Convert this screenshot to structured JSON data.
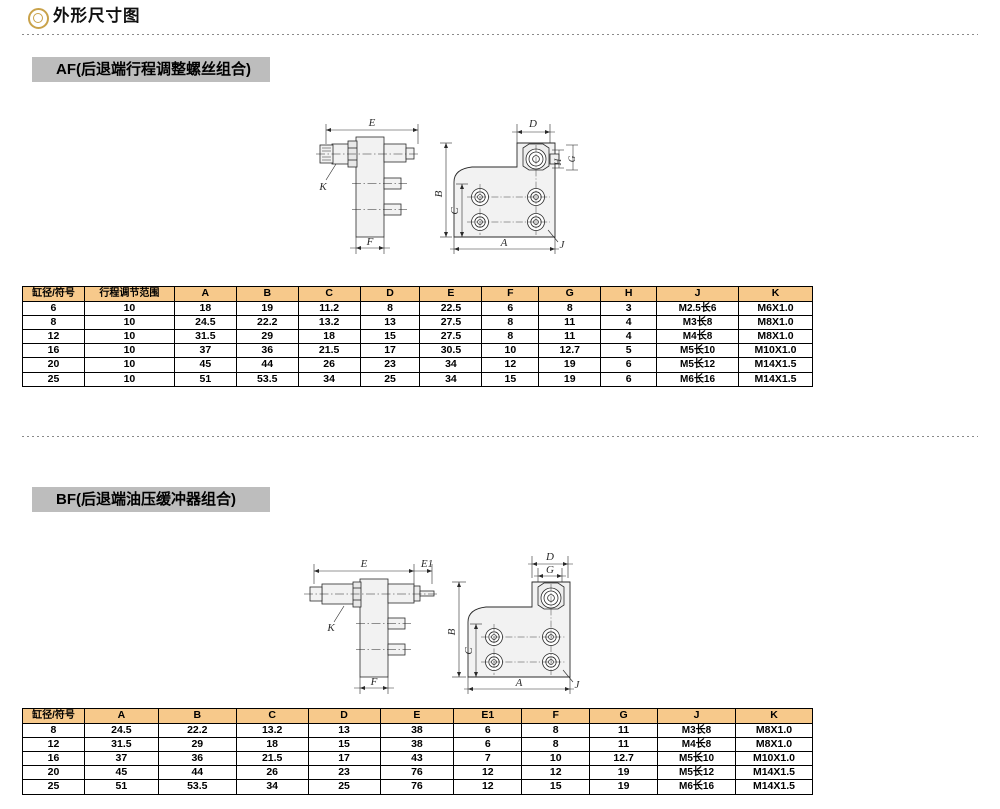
{
  "page": {
    "heading": "外形尺寸图",
    "heading_icon": "double-circle-icon",
    "accent_color": "#c9a24a",
    "banner_color": "#bdbdbd",
    "table_header_color": "#f7c98b"
  },
  "sections": [
    {
      "id": "af",
      "banner_label": "AF(后退端行程调整螺丝组合)",
      "drawing": {
        "side_view_labels": [
          "E",
          "F",
          "K"
        ],
        "front_view_labels": [
          "D",
          "B",
          "C",
          "A",
          "H",
          "G",
          "J"
        ]
      },
      "table": {
        "headers": [
          "缸径/符号",
          "行程调节范围",
          "A",
          "B",
          "C",
          "D",
          "E",
          "F",
          "G",
          "H",
          "J",
          "K"
        ],
        "rows": [
          [
            "6",
            "10",
            "18",
            "19",
            "11.2",
            "8",
            "22.5",
            "6",
            "8",
            "3",
            "M2.5长6",
            "M6X1.0"
          ],
          [
            "8",
            "10",
            "24.5",
            "22.2",
            "13.2",
            "13",
            "27.5",
            "8",
            "11",
            "4",
            "M3长8",
            "M8X1.0"
          ],
          [
            "12",
            "10",
            "31.5",
            "29",
            "18",
            "15",
            "27.5",
            "8",
            "11",
            "4",
            "M4长8",
            "M8X1.0"
          ],
          [
            "16",
            "10",
            "37",
            "36",
            "21.5",
            "17",
            "30.5",
            "10",
            "12.7",
            "5",
            "M5长10",
            "M10X1.0"
          ],
          [
            "20",
            "10",
            "45",
            "44",
            "26",
            "23",
            "34",
            "12",
            "19",
            "6",
            "M5长12",
            "M14X1.5"
          ],
          [
            "25",
            "10",
            "51",
            "53.5",
            "34",
            "25",
            "34",
            "15",
            "19",
            "6",
            "M6长16",
            "M14X1.5"
          ]
        ]
      }
    },
    {
      "id": "bf",
      "banner_label": "BF(后退端油压缓冲器组合)",
      "drawing": {
        "side_view_labels": [
          "E",
          "E1",
          "F",
          "K"
        ],
        "front_view_labels": [
          "D",
          "G",
          "B",
          "C",
          "A",
          "J"
        ]
      },
      "table": {
        "headers": [
          "缸径/符号",
          "A",
          "B",
          "C",
          "D",
          "E",
          "E1",
          "F",
          "G",
          "J",
          "K"
        ],
        "rows": [
          [
            "8",
            "24.5",
            "22.2",
            "13.2",
            "13",
            "38",
            "6",
            "8",
            "11",
            "M3长8",
            "M8X1.0"
          ],
          [
            "12",
            "31.5",
            "29",
            "18",
            "15",
            "38",
            "6",
            "8",
            "11",
            "M4长8",
            "M8X1.0"
          ],
          [
            "16",
            "37",
            "36",
            "21.5",
            "17",
            "43",
            "7",
            "10",
            "12.7",
            "M5长10",
            "M10X1.0"
          ],
          [
            "20",
            "45",
            "44",
            "26",
            "23",
            "76",
            "12",
            "12",
            "19",
            "M5长12",
            "M14X1.5"
          ],
          [
            "25",
            "51",
            "53.5",
            "34",
            "25",
            "76",
            "12",
            "15",
            "19",
            "M6长16",
            "M14X1.5"
          ]
        ]
      }
    }
  ]
}
